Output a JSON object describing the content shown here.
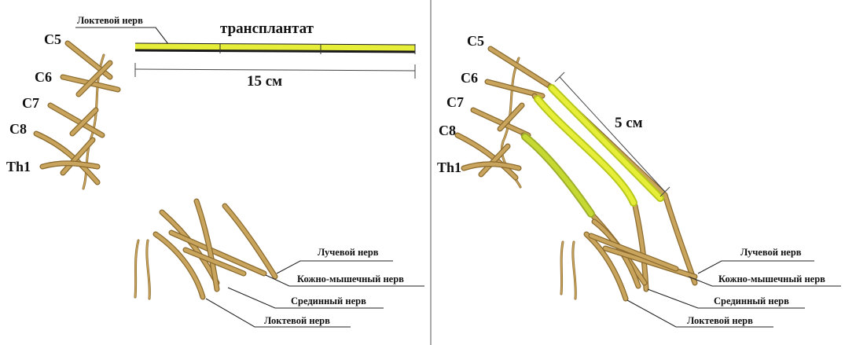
{
  "left_panel": {
    "roots": [
      "C5",
      "C6",
      "C7",
      "C8",
      "Th1"
    ],
    "graft_label": "трансплантат",
    "graft_source_label": "Локтевой нерв",
    "graft_length": "15 см",
    "branch_labels": {
      "radial": "Лучевой нерв",
      "musculocutaneous": "Кожно-мышечный нерв",
      "median": "Срединный нерв",
      "ulnar": "Локтевой нерв"
    }
  },
  "right_panel": {
    "roots": [
      "C5",
      "C6",
      "C7",
      "C8",
      "Th1"
    ],
    "graft_length": "5 см",
    "branch_labels": {
      "radial": "Лучевой нерв",
      "musculocutaneous": "Кожно-мышечный нерв",
      "median": "Срединный нерв",
      "ulnar": "Локтевой нерв"
    }
  },
  "colors": {
    "nerve": "#8a6a2e",
    "nerve_highlight": "#c9a45c",
    "graft": "#e6ee3a"
  }
}
